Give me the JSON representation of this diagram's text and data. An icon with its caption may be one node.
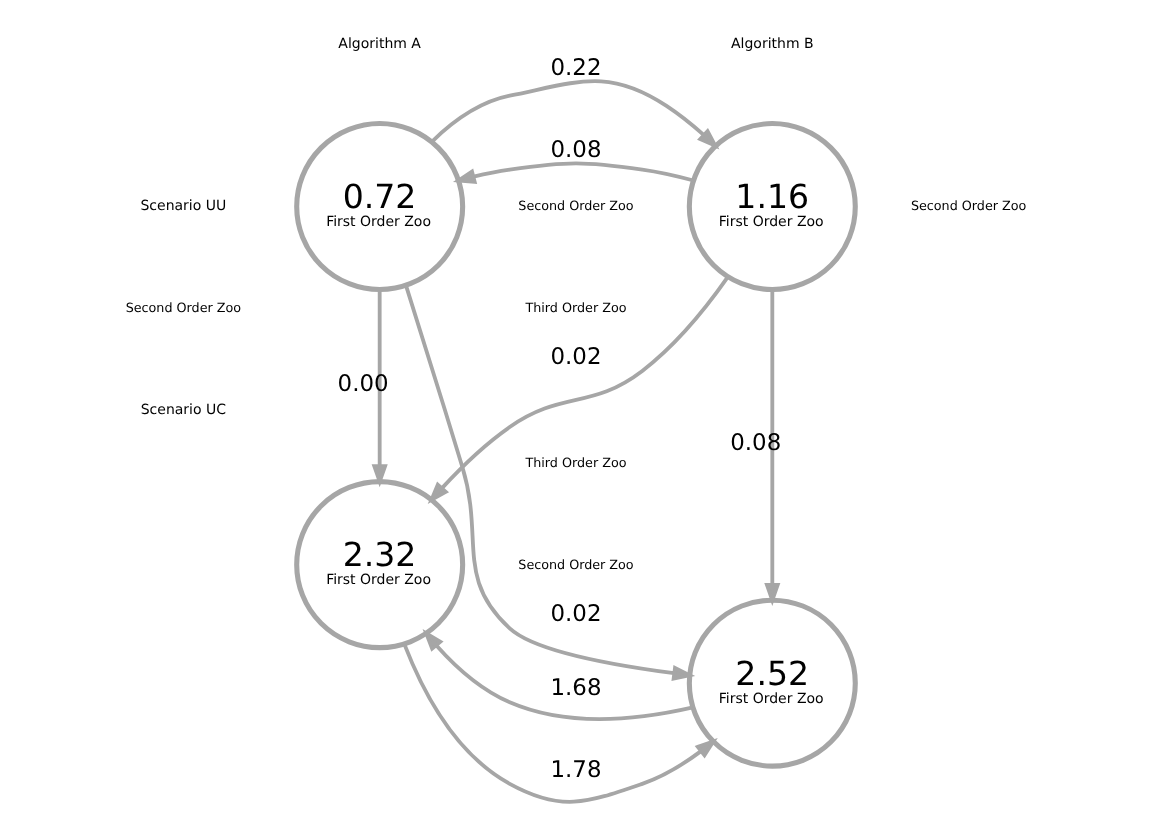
{
  "diagram": {
    "nodes": [
      {
        "text": [
          "0.72",
          "First Order Zoo"
        ]
      },
      {
        "text": [
          "1.16",
          "First Order Zoo"
        ]
      },
      {
        "text": [
          "2.32",
          "First Order Zoo"
        ]
      },
      {
        "text": [
          "2.52",
          "First Order Zoo"
        ]
      }
    ],
    "edges": [
      {
        "from": 0,
        "to": 1,
        "arrow": "to",
        "label": "0.22"
      },
      {
        "from": 1,
        "to": 0,
        "arrow": "to",
        "label": "0.08"
      },
      {
        "from": 0,
        "to": 2,
        "arrow": "to",
        "label": "0.00"
      },
      {
        "from": 0,
        "to": 3,
        "arrow": "to",
        "label": "0.02"
      },
      {
        "from": 1,
        "to": 2,
        "arrow": "to",
        "label": "0.02"
      },
      {
        "from": 1,
        "to": 3,
        "arrow": "to",
        "label": "0.08"
      },
      {
        "from": 2,
        "to": 3,
        "arrow": "to",
        "label": "1.78"
      },
      {
        "from": 3,
        "to": 2,
        "arrow": "to",
        "label": "1.68"
      }
    ],
    "labels": [
      "Algorithm A",
      "Algorithm B",
      "Scenario UU",
      "Second Order Zoo",
      "Second Order Zoo",
      "Third Order Zoo",
      "Third Order Zoo",
      "Second Order Zoo",
      "Scenario UC",
      "Second Order Zoo"
    ]
  }
}
